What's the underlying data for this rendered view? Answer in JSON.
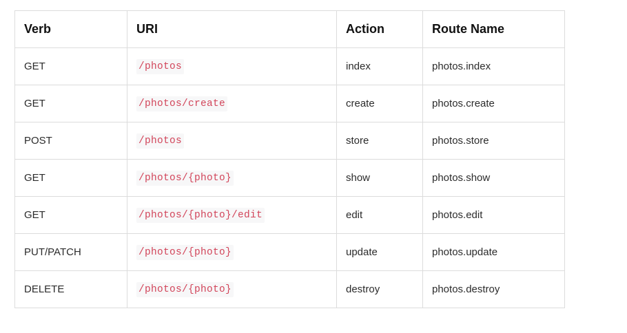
{
  "table": {
    "headers": {
      "verb": "Verb",
      "uri": "URI",
      "action": "Action",
      "route_name": "Route Name"
    },
    "rows": [
      {
        "verb": "GET",
        "uri": "/photos",
        "action": "index",
        "route_name": "photos.index"
      },
      {
        "verb": "GET",
        "uri": "/photos/create",
        "action": "create",
        "route_name": "photos.create"
      },
      {
        "verb": "POST",
        "uri": "/photos",
        "action": "store",
        "route_name": "photos.store"
      },
      {
        "verb": "GET",
        "uri": "/photos/{photo}",
        "action": "show",
        "route_name": "photos.show"
      },
      {
        "verb": "GET",
        "uri": "/photos/{photo}/edit",
        "action": "edit",
        "route_name": "photos.edit"
      },
      {
        "verb": "PUT/PATCH",
        "uri": "/photos/{photo}",
        "action": "update",
        "route_name": "photos.update"
      },
      {
        "verb": "DELETE",
        "uri": "/photos/{photo}",
        "action": "destroy",
        "route_name": "photos.destroy"
      }
    ]
  },
  "colors": {
    "uri_text": "#d2455a",
    "border": "#dcdcdc"
  }
}
